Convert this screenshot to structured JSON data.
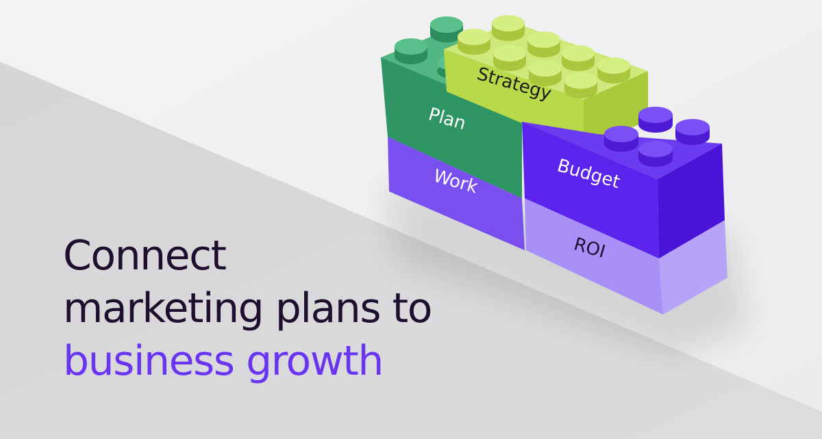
{
  "headline": {
    "line1": "Connect",
    "line2": "marketing plans to",
    "line3": "business growth"
  },
  "blocks": {
    "strategy": "Strategy",
    "plan": "Plan",
    "work": "Work",
    "budget": "Budget",
    "roi": "ROI"
  },
  "colors": {
    "headline_text": "#1f0f2e",
    "headline_accent": "#6a35f0",
    "background_light": "#f4f4f5",
    "background_gray": "#d9d9db",
    "plan_green": "#2f9464",
    "strategy_lime": "#c6e35c",
    "work_purple": "#7a4ff0",
    "budget_violet": "#5a24ec",
    "roi_lavender": "#a98ff8"
  }
}
